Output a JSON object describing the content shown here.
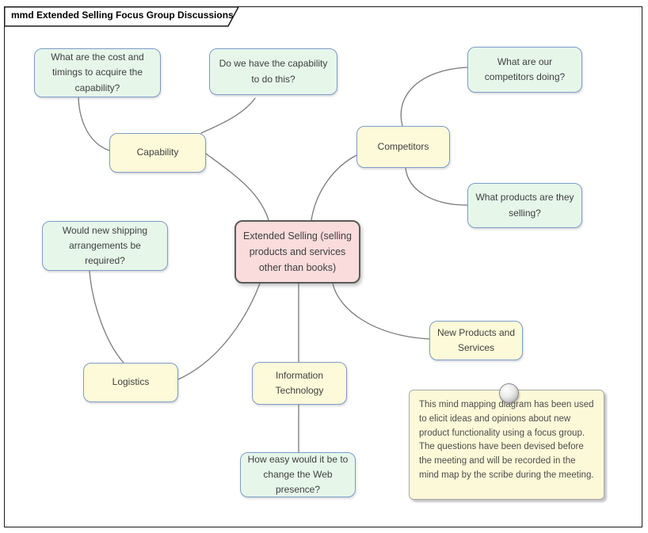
{
  "frame": {
    "title": "mmd Extended Selling Focus Group Discussions"
  },
  "colors": {
    "leaf-fill": "#e6f7ea",
    "topic-fill": "#fdfad9",
    "central-fill": "#f9dcdb",
    "node-border": "#7d9cc8",
    "central-border": "#5a5a5a",
    "connector": "#7a7a7a",
    "note-fill": "#fcf9d8",
    "note-border": "#a9a9a9",
    "text": "#404040"
  },
  "nodes": {
    "central": {
      "label": "Extended Selling (selling products and services other than books)"
    },
    "capability": {
      "label": "Capability"
    },
    "competitors": {
      "label": "Competitors"
    },
    "logistics": {
      "label": "Logistics"
    },
    "information_technology": {
      "label": "Information Technology"
    },
    "new_products": {
      "label": "New Products and Services"
    },
    "q_cost": {
      "label": "What are the cost and timings to acquire the capability?"
    },
    "q_capability": {
      "label": "Do we have the capability to do this?"
    },
    "q_competitors": {
      "label": "What are our competitors doing?"
    },
    "q_products": {
      "label": "What products are they selling?"
    },
    "q_shipping": {
      "label": "Would new shipping arrangements be required?"
    },
    "q_web": {
      "label": "How easy would it be to change the Web presence?"
    }
  },
  "note": {
    "text": "This mind mapping diagram has been used to elicit ideas and opinions about new product functionality using a focus group. The questions have been devised before the meeting and will be recorded in the mind map by the scribe during the meeting."
  }
}
